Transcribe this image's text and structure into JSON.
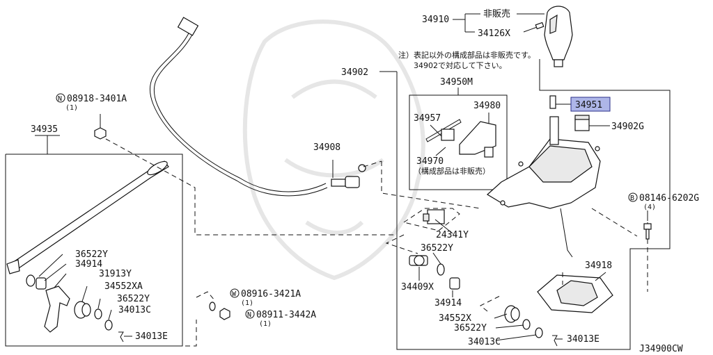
{
  "labels": {
    "p34910": "34910",
    "non_sale_1": "非販売",
    "p34126x": "34126X",
    "note_line1": "注）表記以外の構成部品は非販売です。",
    "note_line2": "34902で対応して下さい。",
    "p34902": "34902",
    "p34950m": "34950M",
    "p34957": "34957",
    "p34980": "34980",
    "p34970": "34970",
    "note_34970": "（構成部品は非販売）",
    "p34951": "34951",
    "p34902g": "34902G",
    "p34908": "34908",
    "bolt_08146": "08146-6202G",
    "bolt_08146_qty": "(4)",
    "nut_08918": "08918-3401A",
    "nut_08918_qty": "(1)",
    "p34935": "34935",
    "p24341y": "24341Y",
    "p36522y_a": "36522Y",
    "p34914_a": "34914",
    "p31913y": "31913Y",
    "p34552xa": "34552XA",
    "p36522y_b": "36522Y",
    "p34013c_a": "34013C",
    "p34013e_a": "34013E",
    "washer_08916": "08916-3421A",
    "washer_08916_qty": "(1)",
    "nut_08911": "08911-3442A",
    "nut_08911_qty": "(1)",
    "p36522y_c": "36522Y",
    "p34409x": "34409X",
    "p34914_b": "34914",
    "p34918": "34918",
    "p34552x": "34552X",
    "p36522y_d": "36522Y",
    "p34013c_b": "34013C",
    "p34013e_b": "34013E",
    "diagram_code": "J34900CW"
  },
  "prefixes": {
    "n_circle": "N",
    "w_circle": "W",
    "b_circle": "B"
  },
  "highlight_color": "#aeb6e8"
}
